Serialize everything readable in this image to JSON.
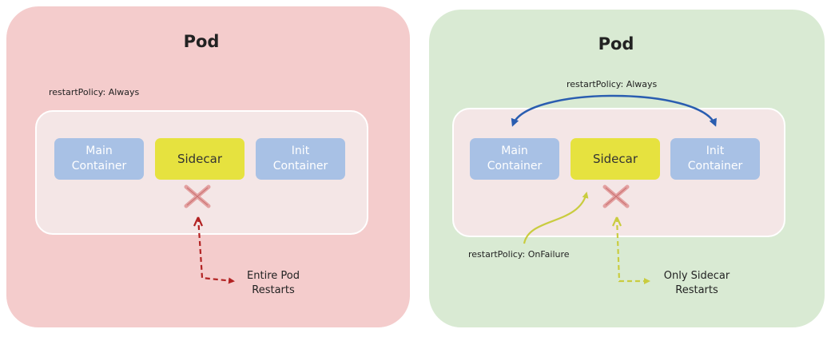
{
  "left_pod": {
    "title": "Pod",
    "policy_label": "restartPolicy: Always",
    "containers": {
      "main": "Main\nContainer",
      "sidecar": "Sidecar",
      "init": "Init\nContainer"
    },
    "result": "Entire Pod\nRestarts"
  },
  "right_pod": {
    "title": "Pod",
    "policy_label": "restartPolicy: Always",
    "containers": {
      "main": "Main\nContainer",
      "sidecar": "Sidecar",
      "init": "Init\nContainer"
    },
    "sidecar_policy_label": "restartPolicy: OnFailure",
    "result": "Only Sidecar\nRestarts"
  },
  "colors": {
    "left_bg": "#f4cccc",
    "right_bg": "#d9ead3",
    "inner_bg": "#f4e6e6",
    "container_blue": "#a8c1e5",
    "sidecar_yellow": "#e6e23f",
    "failure_x": "#e3a0a0",
    "left_arrow": "#b22222",
    "right_arrow": "#c9cc3f",
    "policy_arrow": "#2a5db0"
  },
  "icons": [
    "failure-x-icon",
    "restart-arrow-icon",
    "bidirectional-arrow-icon"
  ]
}
